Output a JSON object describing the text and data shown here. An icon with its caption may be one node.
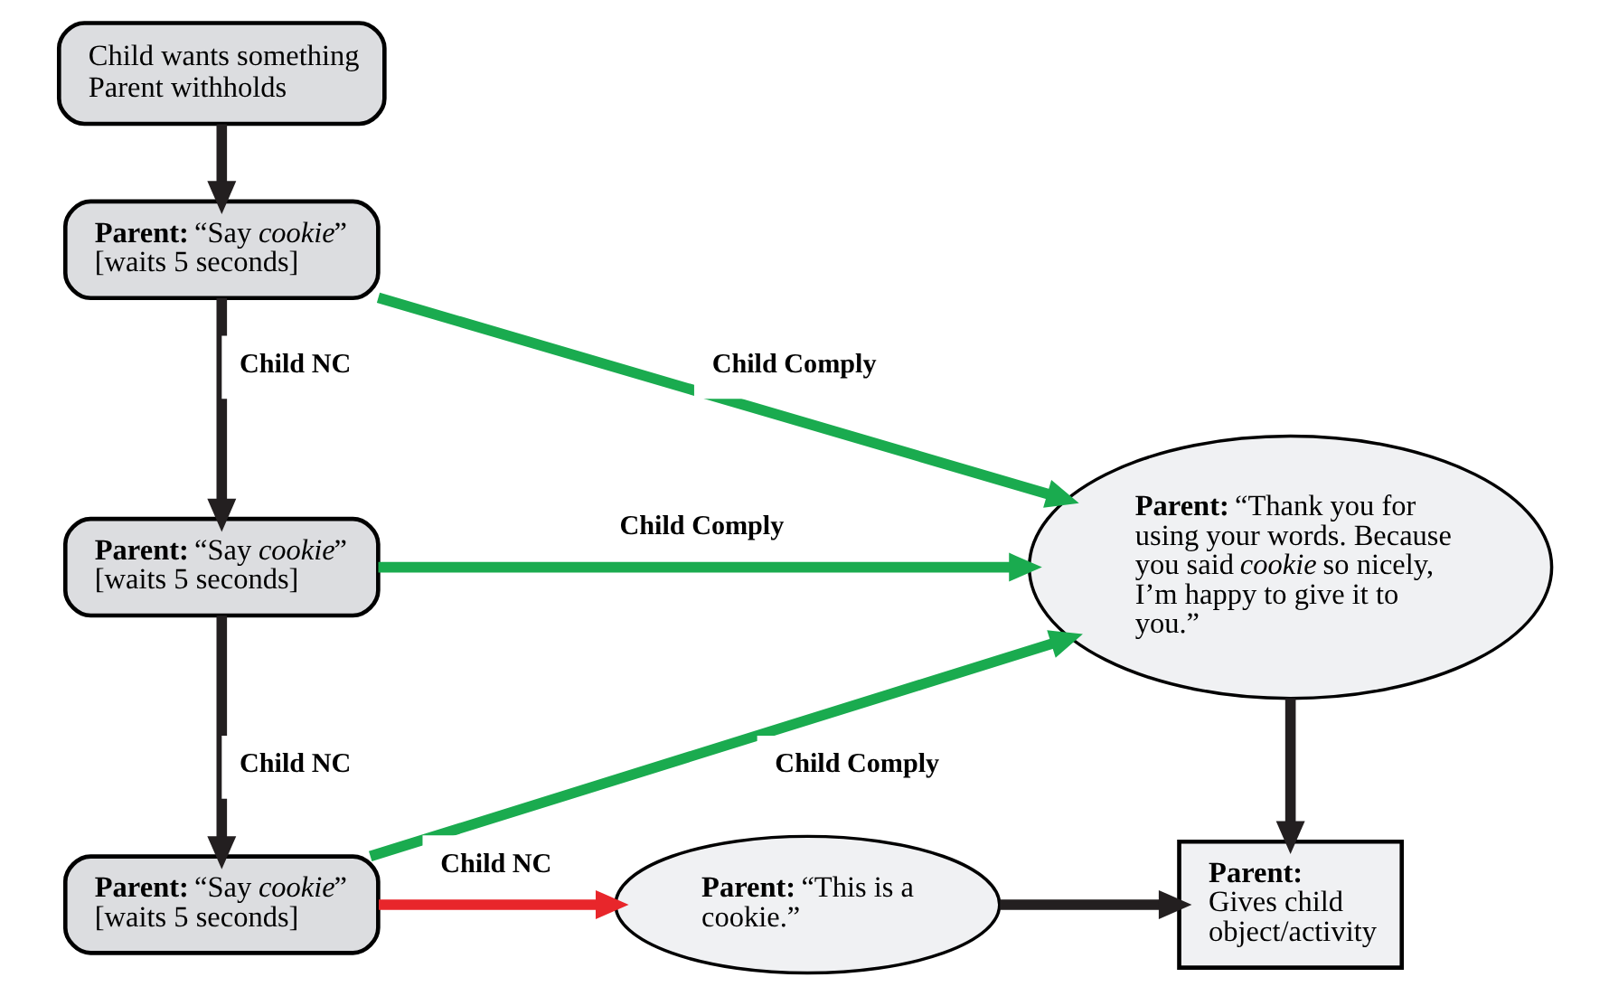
{
  "diagram": {
    "nodes": [
      {
        "text": [
          "Child wants something",
          "Parent withholds"
        ]
      },
      {
        "text": [
          "**Parent:** “Say *cookie*”",
          "[waits 5 seconds]"
        ]
      },
      {
        "text": [
          "**Parent:** “Say *cookie*”",
          "[waits 5 seconds]"
        ]
      },
      {
        "text": [
          "**Parent:** “Say *cookie*”",
          "[waits 5 seconds]"
        ]
      },
      {
        "text": [
          "**Parent:** “Thank you for using your words. Because you said *cookie* so nicely, I’m happy to give it to you.”"
        ]
      },
      {
        "text": [
          "**Parent:** “This is a cookie.”"
        ]
      },
      {
        "text": [
          "**Parent:**",
          "Gives child object/activity"
        ]
      }
    ],
    "edges": [
      {
        "from": 0,
        "to": 1,
        "arrow": "to"
      },
      {
        "from": 1,
        "to": 2,
        "arrow": "to",
        "label": "Child NC"
      },
      {
        "from": 2,
        "to": 3,
        "arrow": "to",
        "label": "Child NC"
      },
      {
        "from": 1,
        "to": 4,
        "arrow": "to",
        "color": "#1aab4f",
        "label": "Child Comply"
      },
      {
        "from": 2,
        "to": 4,
        "arrow": "to",
        "color": "#1aab4f",
        "label": "Child Comply"
      },
      {
        "from": 3,
        "to": 4,
        "arrow": "to",
        "color": "#1aab4f",
        "label": "Child Comply"
      },
      {
        "from": 3,
        "to": 5,
        "arrow": "to",
        "color": "#e8262b",
        "label": "Child NC"
      },
      {
        "from": 4,
        "to": 6,
        "arrow": "to"
      },
      {
        "from": 5,
        "to": 6,
        "arrow": "to"
      }
    ]
  }
}
